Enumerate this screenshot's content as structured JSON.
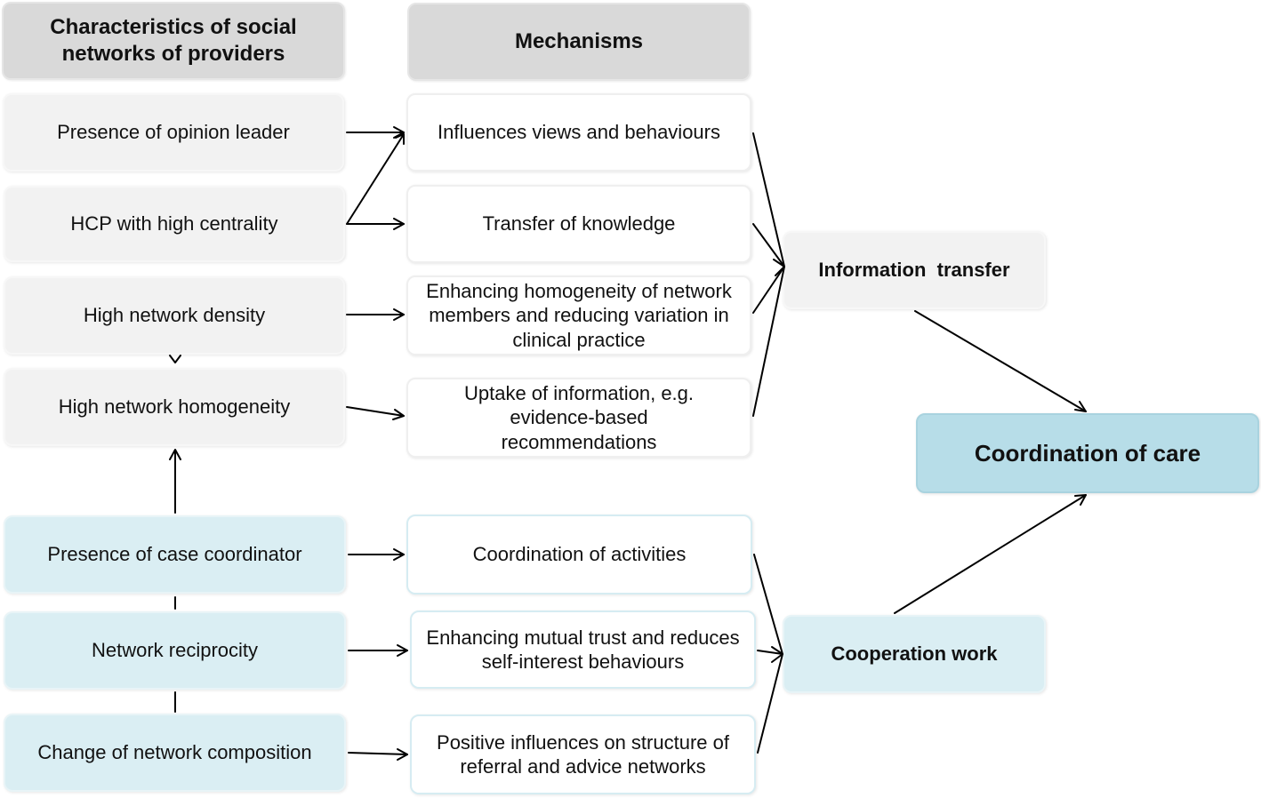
{
  "headers": {
    "characteristics": "Characteristics of social networks of providers",
    "mechanisms": "Mechanisms"
  },
  "characteristics": [
    "Presence of opinion leader",
    "HCP with high centrality",
    "High network density",
    "High network homogeneity",
    "Presence of case coordinator",
    "Network reciprocity",
    "Change of network composition"
  ],
  "mechanisms": [
    "Influences views and behaviours",
    "Transfer of knowledge",
    "Enhancing homogeneity of network members and reducing variation in clinical practice",
    "Uptake of information, e.g. evidence-based recommendations",
    "Coordination of activities",
    "Enhancing mutual trust and reduces self-interest behaviours",
    "Positive influences on structure of referral and advice networks"
  ],
  "intermediate": {
    "information_transfer": "Information  transfer",
    "cooperation_work": "Cooperation work"
  },
  "outcome": "Coordination of care",
  "colors": {
    "header": "#d9d9d9",
    "grey_box": "#f2f2f2",
    "blue_box": "#daeef3",
    "outcome": "#b7dde8",
    "arrow": "#000000"
  }
}
